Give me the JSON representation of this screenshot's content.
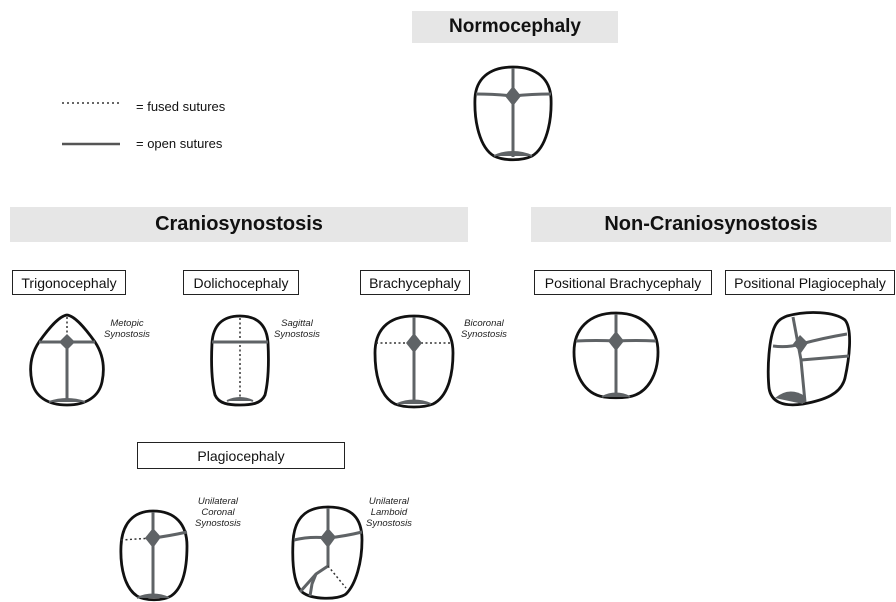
{
  "colors": {
    "banner_bg": "#e6e6e6",
    "outline": "#111111",
    "suture": "#5f6366"
  },
  "legend": {
    "fused": "= fused sutures",
    "open": "= open sutures"
  },
  "headers": {
    "normocephaly": "Normocephaly",
    "craniosynostosis": "Craniosynostosis",
    "non_craniosynostosis": "Non-Craniosynostosis"
  },
  "boxes": {
    "trigonocephaly": "Trigonocephaly",
    "dolichocephaly": "Dolichocephaly",
    "brachycephaly": "Brachycephaly",
    "positional_brachycephaly": "Positional Brachycephaly",
    "positional_plagiocephaly": "Positional Plagiocephaly",
    "plagiocephaly": "Plagiocephaly"
  },
  "notes": {
    "metopic": [
      "Metopic",
      "Synostosis"
    ],
    "sagittal": [
      "Sagittal",
      "Synostosis"
    ],
    "bicoronal": [
      "Bicoronal",
      "Synostosis"
    ],
    "unilateral_coronal": [
      "Unilateral",
      "Coronal",
      "Synostosis"
    ],
    "unilateral_lamboid": [
      "Unilateral",
      "Lamboid",
      "Synostosis"
    ]
  }
}
